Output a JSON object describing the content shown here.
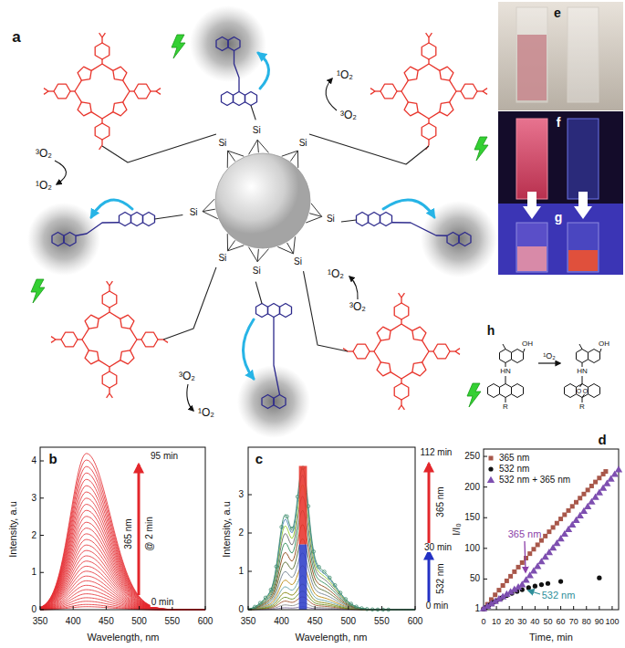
{
  "diagram": {
    "nodes": [
      {
        "text": [
          "OH",
          "HN",
          "R"
        ]
      },
      {
        "text": [
          "OH",
          "HN",
          "O",
          "O",
          "R"
        ]
      }
    ],
    "edges": [
      {
        "from": 0,
        "to": 1,
        "arrow": "to",
        "label": "¹O₂"
      }
    ],
    "labels": [
      "a",
      "¹O₂",
      "³O₂",
      "¹O₂",
      "³O₂",
      "³O₂",
      "¹O₂",
      "¹O₂",
      "³O₂",
      "Si",
      "Si",
      "Si",
      "Si",
      "Si",
      "Si",
      "Si",
      "Si",
      "e",
      "f",
      "g",
      "h",
      "b",
      "Intensity, a.u",
      "Wavelength, nm",
      "0",
      "1",
      "2",
      "3",
      "4",
      "350",
      "400",
      "450",
      "500",
      "550",
      "600",
      "95 min",
      "365 nm",
      "@ 2 min",
      "0 min",
      "c",
      "Intensity, a.u",
      "Wavelength, nm",
      "0",
      "1",
      "2",
      "3",
      "350",
      "400",
      "450",
      "500",
      "550",
      "600",
      "112 min",
      "365 nm",
      "30 min",
      "532 nm",
      "0 min",
      "d",
      "I/I₀",
      "Time, min",
      "1",
      "50",
      "100",
      "150",
      "200",
      "250",
      "0",
      "10",
      "20",
      "30",
      "40",
      "50",
      "60",
      "70",
      "80",
      "90",
      "100",
      "365 nm",
      "532 nm"
    ],
    "legend": [
      {
        "text": "365 nm"
      },
      {
        "text": "532 nm"
      },
      {
        "text": "532 nm + 365 nm"
      }
    ]
  }
}
